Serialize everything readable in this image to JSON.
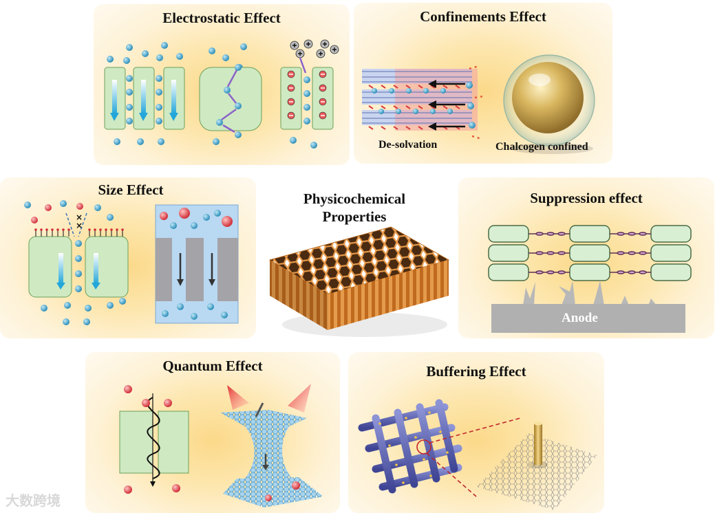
{
  "panels": {
    "electrostatic": {
      "title": "Electrostatic Effect"
    },
    "confinement": {
      "title": "Confinements Effect",
      "label_left": "De-solvation",
      "label_right": "Chalcogen confined"
    },
    "size": {
      "title": "Size Effect"
    },
    "center": {
      "title": "Physicochemical Properties"
    },
    "suppression": {
      "title": "Suppression effect",
      "anode_label": "Anode"
    },
    "quantum": {
      "title": "Quantum Effect"
    },
    "buffering": {
      "title": "Buffering Effect"
    }
  },
  "watermark": {
    "text": "大数跨境"
  },
  "colors": {
    "ion_blue": "#3a9fc7",
    "ion_red": "#e0474f",
    "cell_green": "#cfe9c2",
    "honeycomb": "#d98a3a"
  }
}
